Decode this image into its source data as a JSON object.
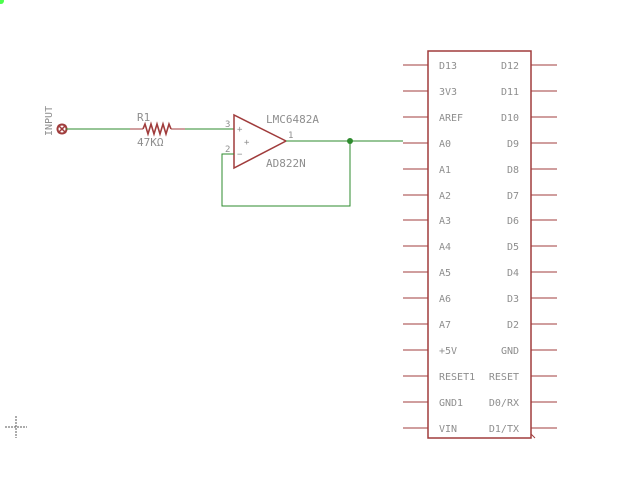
{
  "schematic": {
    "input_label": "INPUT",
    "resistor": {
      "name": "R1",
      "value": "47KΩ"
    },
    "opamp": {
      "name": "LMC6482A",
      "value": "AD822N",
      "pin_noninv": "3",
      "pin_inv": "2",
      "pin_out": "1",
      "plus_sign": "+",
      "minus_sign": "−",
      "center_sign": "+"
    },
    "board": {
      "left_pins": [
        "D13",
        "3V3",
        "AREF",
        "A0",
        "A1",
        "A2",
        "A3",
        "A4",
        "A5",
        "A6",
        "A7",
        "+5V",
        "RESET1",
        "GND1",
        "VIN"
      ],
      "right_pins": [
        "D12",
        "D11",
        "D10",
        "D9",
        "D8",
        "D7",
        "D6",
        "D5",
        "D4",
        "D3",
        "D2",
        "GND",
        "RESET",
        "D0/RX",
        "D1/TX"
      ]
    },
    "colors": {
      "symbol": "#a03c3c",
      "wire": "#2e8b2e",
      "text": "#8e8e8e",
      "junction": "#2e8b2e",
      "origin": "#5a5a5a"
    }
  }
}
